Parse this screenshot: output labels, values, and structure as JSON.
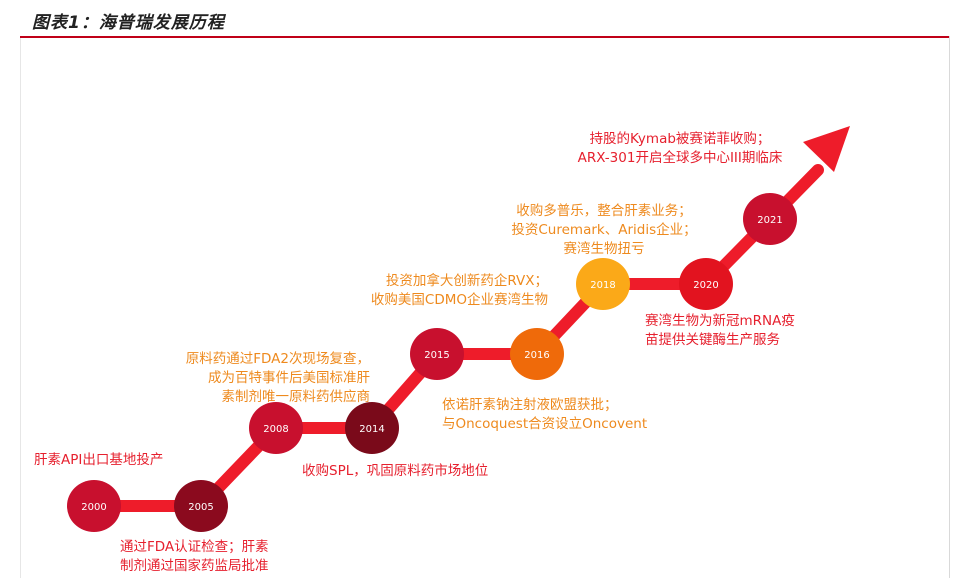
{
  "figure": {
    "title": "图表1：海普瑞发展历程"
  },
  "colors": {
    "path": "#ee1c2a",
    "text_red": "#e6202e",
    "text_orange": "#ee8a1e"
  },
  "milestones": [
    {
      "year": "2000",
      "color": "#c8102e"
    },
    {
      "year": "2005",
      "color": "#8b0a1e"
    },
    {
      "year": "2008",
      "color": "#c8102e"
    },
    {
      "year": "2014",
      "color": "#7a0a1a"
    },
    {
      "year": "2015",
      "color": "#c8102e"
    },
    {
      "year": "2016",
      "color": "#ef6a0a"
    },
    {
      "year": "2018",
      "color": "#fba918"
    },
    {
      "year": "2020",
      "color": "#e2131f"
    },
    {
      "year": "2021",
      "color": "#c8102e"
    }
  ],
  "annotations": [
    {
      "lines": [
        "肝素API出口基地投产"
      ]
    },
    {
      "lines": [
        "通过FDA认证检查；肝素",
        "制剂通过国家药监局批准"
      ]
    },
    {
      "lines": [
        "原料药通过FDA2次现场复查，",
        "成为百特事件后美国标准肝",
        "素制剂唯一原料药供应商"
      ]
    },
    {
      "lines": [
        "收购SPL，巩固原料药市场地位"
      ]
    },
    {
      "lines": [
        "投资加拿大创新药企RVX；",
        "收购美国CDMO企业赛湾生物"
      ]
    },
    {
      "lines": [
        "依诺肝素钠注射液欧盟获批；",
        "与Oncoquest合资设立Oncovent"
      ]
    },
    {
      "lines": [
        "收购多普乐，整合肝素业务；",
        "投资Curemark、Aridis企业；",
        "赛湾生物扭亏"
      ]
    },
    {
      "lines": [
        "赛湾生物为新冠mRNA疫",
        "苗提供关键酶生产服务"
      ]
    },
    {
      "lines": [
        "持股的Kymab被赛诺菲收购；",
        "ARX-301开启全球多中心III期临床"
      ]
    }
  ]
}
